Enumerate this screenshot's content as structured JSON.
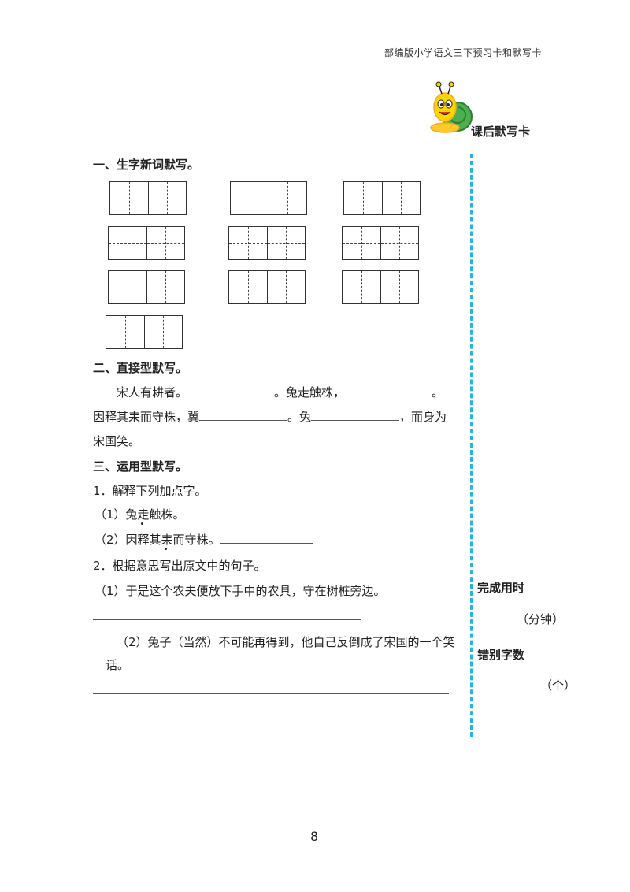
{
  "header": {
    "title": "部编版小学语文三下预习卡和默写卡"
  },
  "card": {
    "label": "课后默写卡",
    "mascot": "snail-mascot"
  },
  "section1": {
    "title": "一、生字新词默写。"
  },
  "section2": {
    "title": "二、直接型默写。",
    "line1_a": "宋人有耕者。",
    "line1_b": "。兔走触株，",
    "line1_c": "。",
    "line2_a": "因释其耒而守株，冀",
    "line2_b": "。兔",
    "line2_c": "，而身为",
    "line3": "宋国笑。"
  },
  "section3": {
    "title": "三、运用型默写。",
    "q1": "1．解释下列加点字。",
    "q1_1": "（1）兔走触株。",
    "q1_2": "（2）因释其耒而守株。",
    "q2": "2．根据意思写出原文中的句子。",
    "q2_1": "（1）于是这个农夫便放下手中的农具，守在树桩旁边。",
    "q2_2_a": "（2）兔子（当然）不可能再得到，他自己反倒成了宋国的一个笑",
    "q2_2_b": "话。"
  },
  "sidebar": {
    "time_label": "完成用时",
    "time_unit": "（分钟）",
    "errors_label": "错别字数",
    "errors_unit": "（个）"
  },
  "footer": {
    "page_number": "8"
  },
  "colors": {
    "divider": "#27b5e0"
  }
}
